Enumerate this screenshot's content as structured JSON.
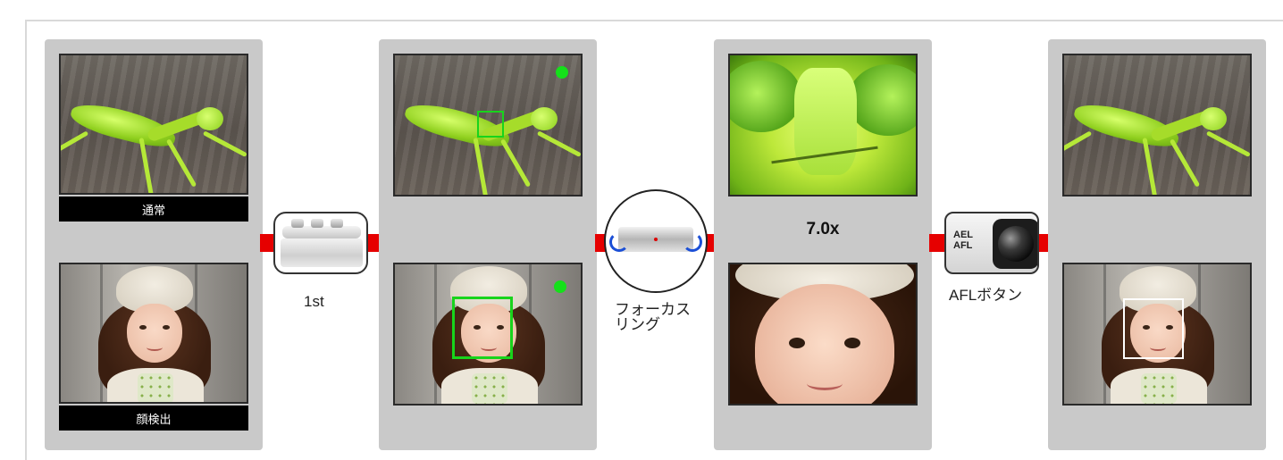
{
  "panels": {
    "normal": {
      "caption_top": "通常",
      "caption_bottom": "顔検出"
    },
    "zoom": {
      "magnification": "7.0x"
    }
  },
  "steps": {
    "first": {
      "label": "1st",
      "icon": "shutter-button-icon"
    },
    "focus_ring": {
      "label": "フォーカス\nリング",
      "icon": "focus-ring-icon"
    },
    "afl": {
      "label": "AFLボタン",
      "icon": "afl-button-icon",
      "icon_text": "AEL\nAFL"
    }
  },
  "colors": {
    "arrow": "#e60000",
    "af_dot": "#15e01a",
    "af_frame": "#18d41c",
    "face_frame_locked": "#ffffff",
    "panel": "#c9c9c9"
  }
}
